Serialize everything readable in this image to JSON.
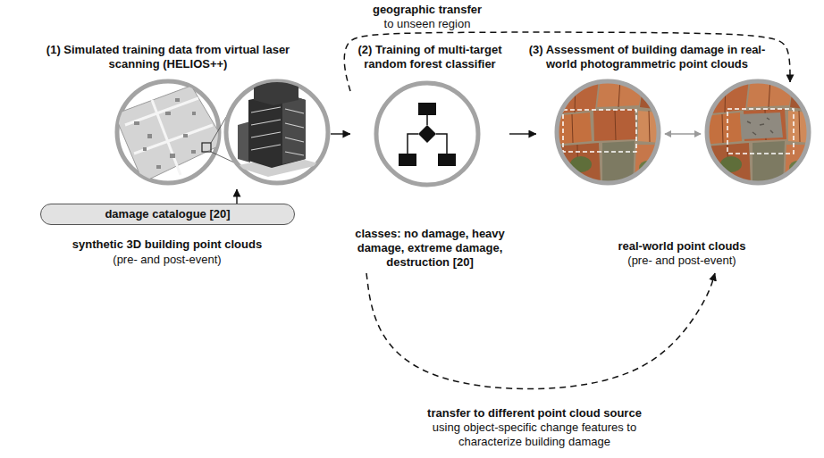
{
  "diagram": {
    "nodes": [
      {
        "text": [
          "(1) Simulated training data from virtual laser scanning (HELIOS++)"
        ]
      },
      {
        "text": [
          "damage catalogue [20]"
        ]
      },
      {
        "text": [
          "(2) Training of multi-target random forest classifier",
          "classes: no damage, heavy damage, extreme damage, destruction [20]"
        ]
      },
      {
        "text": [
          "(3) Assessment of building damage in real-world photogrammetric point clouds",
          "real-world point clouds",
          "(pre- and post-event)"
        ]
      }
    ],
    "edges": [
      {
        "from": 1,
        "to": 0,
        "arrow": "to"
      },
      {
        "from": 0,
        "to": 2,
        "arrow": "to"
      },
      {
        "from": 2,
        "to": 3,
        "arrow": "to"
      },
      {
        "from": 2,
        "to": 3,
        "label": "geographic transfer",
        "arrow": "to"
      },
      {
        "from": 2,
        "to": 3,
        "label": "transfer to different point cloud source",
        "arrow": "to"
      }
    ],
    "labels": [
      "to unseen region",
      "synthetic 3D building point clouds",
      "(pre- and post-event)",
      "using object-specific change features to characterize building damage"
    ]
  }
}
